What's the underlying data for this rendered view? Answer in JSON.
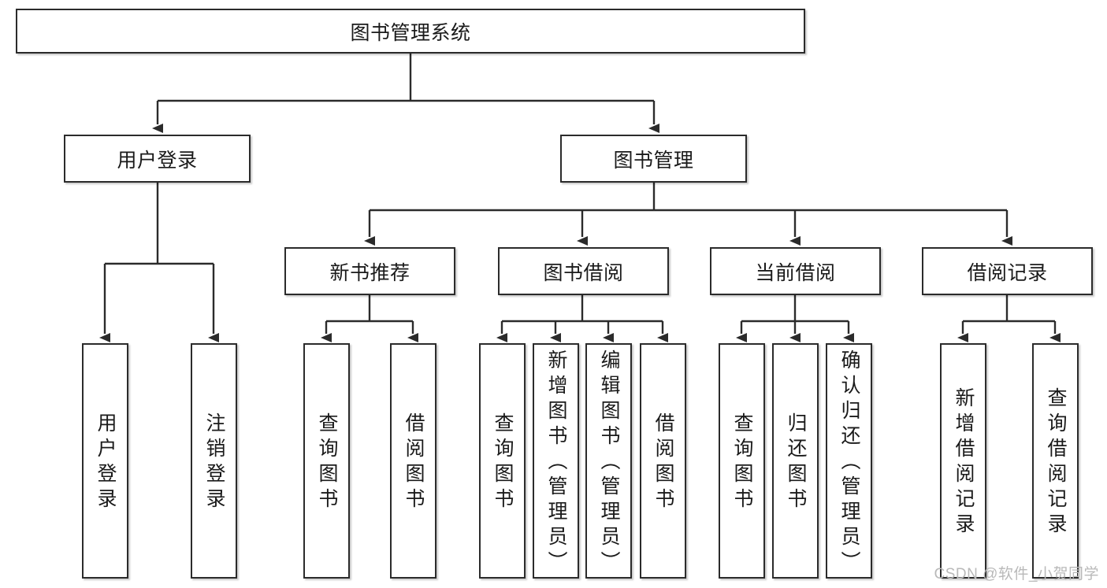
{
  "diagram": {
    "title": "图书管理系统",
    "type": "tree",
    "watermark": "CSDN @软件_小贺同学",
    "colors": {
      "box_border": "#2b2b2b",
      "box_fill": "#ffffff",
      "connector": "#2b2b2b",
      "text": "#1a1a1a",
      "watermark": "#b9b9b9"
    },
    "nodes": {
      "root": {
        "label": "图书管理系统",
        "level": 0,
        "orientation": "horizontal"
      },
      "l1": [
        {
          "id": "user_login",
          "label": "用户登录",
          "orientation": "horizontal"
        },
        {
          "id": "book_mgmt",
          "label": "图书管理",
          "orientation": "horizontal"
        }
      ],
      "l2": [
        {
          "id": "new_book_rec",
          "label": "新书推荐",
          "orientation": "horizontal",
          "parent": "book_mgmt"
        },
        {
          "id": "book_borrow",
          "label": "图书借阅",
          "orientation": "horizontal",
          "parent": "book_mgmt"
        },
        {
          "id": "current_borrow",
          "label": "当前借阅",
          "orientation": "horizontal",
          "parent": "book_mgmt"
        },
        {
          "id": "borrow_record",
          "label": "借阅记录",
          "orientation": "horizontal",
          "parent": "book_mgmt"
        }
      ],
      "leaves": [
        {
          "id": "leaf_user_login",
          "label": "用户登录",
          "orientation": "vertical",
          "parent": "user_login"
        },
        {
          "id": "leaf_logout",
          "label": "注销登录",
          "orientation": "vertical",
          "parent": "user_login"
        },
        {
          "id": "leaf_query_book_1",
          "label": "查询图书",
          "orientation": "vertical",
          "parent": "new_book_rec"
        },
        {
          "id": "leaf_borrow_book_1",
          "label": "借阅图书",
          "orientation": "vertical",
          "parent": "new_book_rec"
        },
        {
          "id": "leaf_query_book_2",
          "label": "查询图书",
          "orientation": "vertical",
          "parent": "book_borrow"
        },
        {
          "id": "leaf_add_book",
          "label": "新增图书（管理员）",
          "orientation": "vertical",
          "parent": "book_borrow"
        },
        {
          "id": "leaf_edit_book",
          "label": "编辑图书（管理员）",
          "orientation": "vertical",
          "parent": "book_borrow"
        },
        {
          "id": "leaf_borrow_book_2",
          "label": "借阅图书",
          "orientation": "vertical",
          "parent": "book_borrow"
        },
        {
          "id": "leaf_query_book_3",
          "label": "查询图书",
          "orientation": "vertical",
          "parent": "current_borrow"
        },
        {
          "id": "leaf_return_book",
          "label": "归还图书",
          "orientation": "vertical",
          "parent": "current_borrow"
        },
        {
          "id": "leaf_confirm_return",
          "label": "确认归还（管理员）",
          "orientation": "vertical",
          "parent": "current_borrow"
        },
        {
          "id": "leaf_add_record",
          "label": "新增借阅记录",
          "orientation": "vertical",
          "parent": "borrow_record"
        },
        {
          "id": "leaf_query_record",
          "label": "查询借阅记录",
          "orientation": "vertical",
          "parent": "borrow_record"
        }
      ]
    }
  }
}
